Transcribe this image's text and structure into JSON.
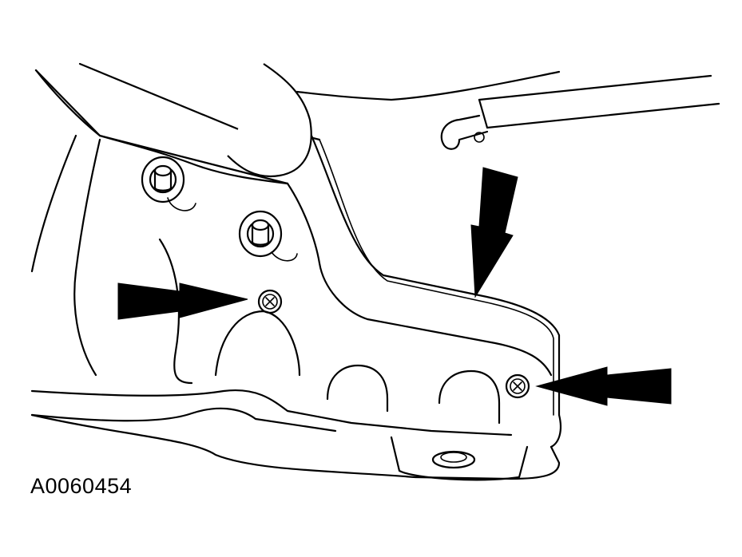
{
  "figure": {
    "id_label": "A0060454"
  },
  "parts": {
    "screws": [
      "screw-left",
      "screw-right"
    ],
    "studs": [
      "stud-upper",
      "stud-lower"
    ]
  },
  "colors": {
    "ink": "#000000",
    "paper": "#ffffff"
  }
}
